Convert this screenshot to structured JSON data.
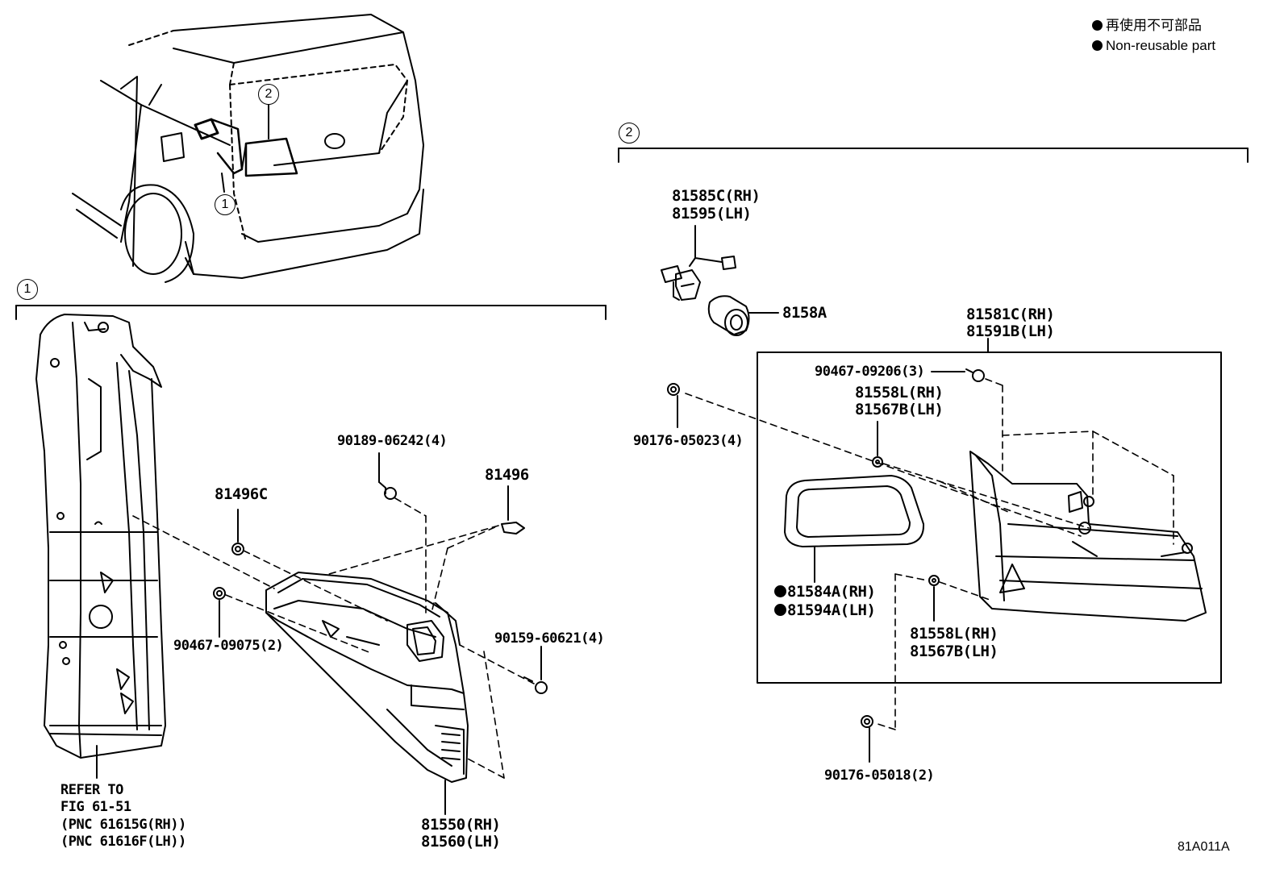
{
  "legend": {
    "jp": "再使用不可部品",
    "en": "Non-reusable part"
  },
  "callouts": {
    "one": "1",
    "two": "2"
  },
  "section1": {
    "marker": "1",
    "parts": {
      "p81496C": "81496C",
      "p81496": "81496",
      "p90189": "90189-06242(4)",
      "p90467": "90467-09075(2)",
      "p90159": "90159-60621(4)",
      "p81550": "81550(RH)",
      "p81560": "81560(LH)"
    },
    "refer": [
      "REFER TO",
      "FIG 61-51",
      "(PNC 61615G(RH))",
      "(PNC 61616F(LH))"
    ]
  },
  "section2": {
    "marker": "2",
    "parts": {
      "p81585C": "81585C(RH)",
      "p81595": "81595(LH)",
      "p8158A": "8158A",
      "p81581C": "81581C(RH)",
      "p81591B": "81591B(LH)",
      "p90467": "90467-09206(3)",
      "p81558L_top": "81558L(RH)",
      "p81567B_top": "81567B(LH)",
      "p90176_05023": "90176-05023(4)",
      "p81584A": "81584A(RH)",
      "p81594A": "81594A(LH)",
      "p81558L_bot": "81558L(RH)",
      "p81567B_bot": "81567B(LH)",
      "p90176_05018": "90176-05018(2)"
    }
  },
  "figure_code": "81A011A"
}
